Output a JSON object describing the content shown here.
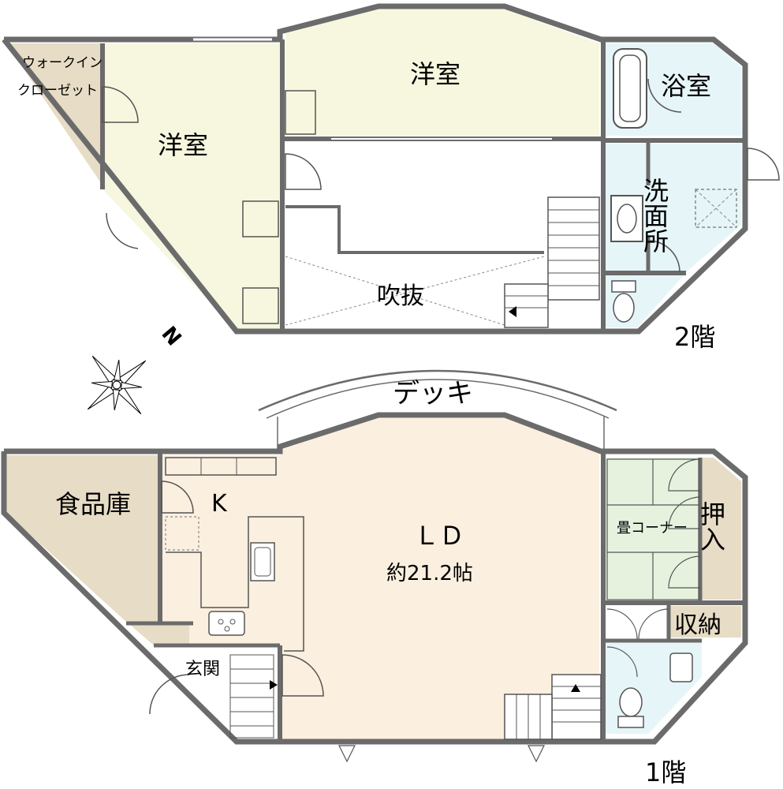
{
  "colors": {
    "wall": "#6b6b6b",
    "western": "#f6f7de",
    "closet": "#e7dcc5",
    "bath": "#e6f5f8",
    "ld": "#fbefdf",
    "pantry": "#e7dcc5",
    "tatami": "#e6f2de",
    "storage": "#e7dcc5",
    "line": "#555555"
  },
  "floor2": {
    "floor_label": "2階",
    "rooms": {
      "walkin_closet_line1": "ウォークイン",
      "walkin_closet_line2": "クローゼット",
      "western_left": "洋室",
      "western_top": "洋室",
      "bathroom": "浴室",
      "washroom": "洗面所",
      "void": "吹抜"
    }
  },
  "floor1": {
    "floor_label": "1階",
    "deck": "デッキ",
    "rooms": {
      "pantry": "食品庫",
      "kitchen": "K",
      "ld": "ＬＤ",
      "ld_area": "約21.2帖",
      "tatami_corner": "畳コーナー",
      "oshiire": "押入",
      "storage": "収納",
      "entrance": "玄関"
    }
  },
  "compass": {
    "north": "N"
  }
}
